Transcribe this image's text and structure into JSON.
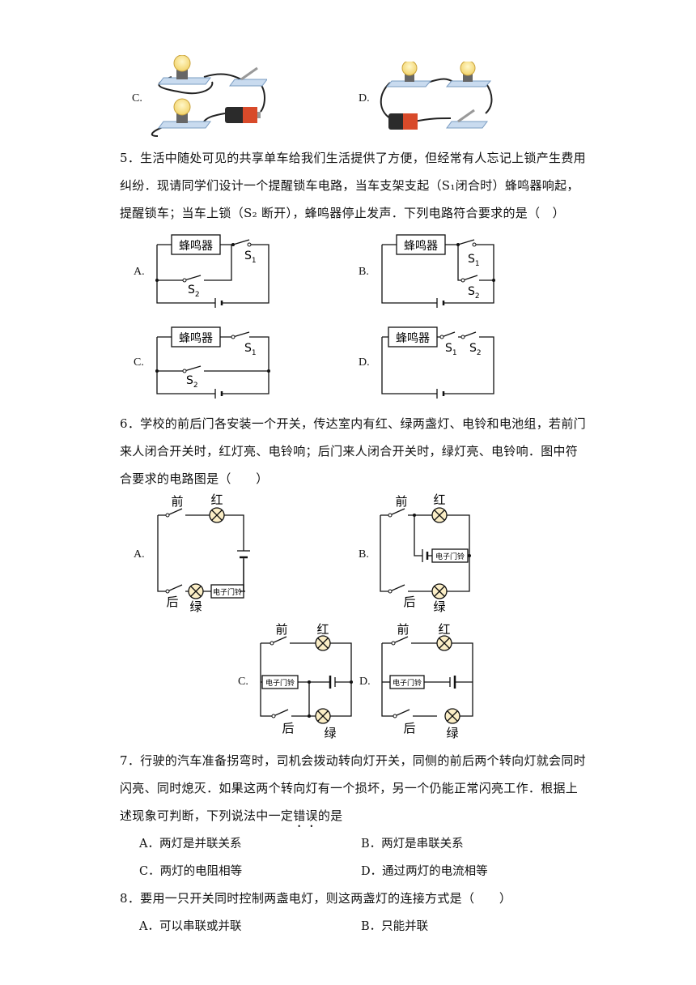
{
  "q4": {
    "labels": {
      "c": "C.",
      "d": "D."
    }
  },
  "q5": {
    "text": "5．生活中随处可见的共享单车给我们生活提供了方便，但经常有人忘记上锁产生费用纠纷．现请同学们设计一个提醒锁车电路，当车支架支起（S₁闭合时）蜂鸣器响起，提醒锁车；当车上锁（S₂ 断开），蜂鸣器停止发声．下列电路符合要求的是（　）",
    "labels": {
      "a": "A.",
      "b": "B.",
      "c": "C.",
      "d": "D."
    },
    "buzzer": "蜂鸣器",
    "s1": "S",
    "s2": "S",
    "sub1": "1",
    "sub2": "2"
  },
  "q6": {
    "text": "6．学校的前后门各安装一个开关，传达室内有红、绿两盏灯、电铃和电池组，若前门来人闭合开关时，红灯亮、电铃响；后门来人闭合开关时，绿灯亮、电铃响．图中符合要求的电路图是（　　）",
    "labels": {
      "a": "A.",
      "b": "B.",
      "c": "C.",
      "d": "D."
    },
    "front": "前",
    "back": "后",
    "red": "红",
    "green": "绿",
    "bell": "电子门铃"
  },
  "q7": {
    "text_pre": "7．行驶的汽车准备拐弯时，司机会拨动转向灯开关，同侧的前后两个转向灯就会同时闪亮、同时熄灭．如果这两个转向灯有一个损坏，另一个仍能正常闪亮工作．根据上述现象可判断，下列说法中一定",
    "text_emph": "错误",
    "text_post": "的是",
    "a": "A．两灯是并联关系",
    "b": "B．两灯是串联关系",
    "c": "C．两灯的电阻相等",
    "d": "D．通过两灯的电流相等"
  },
  "q8": {
    "text": "8．要用一只开关同时控制两盏电灯，则这两盏灯的连接方式是（　　）",
    "a": "A．可以串联或并联",
    "b": "B．只能并联"
  }
}
